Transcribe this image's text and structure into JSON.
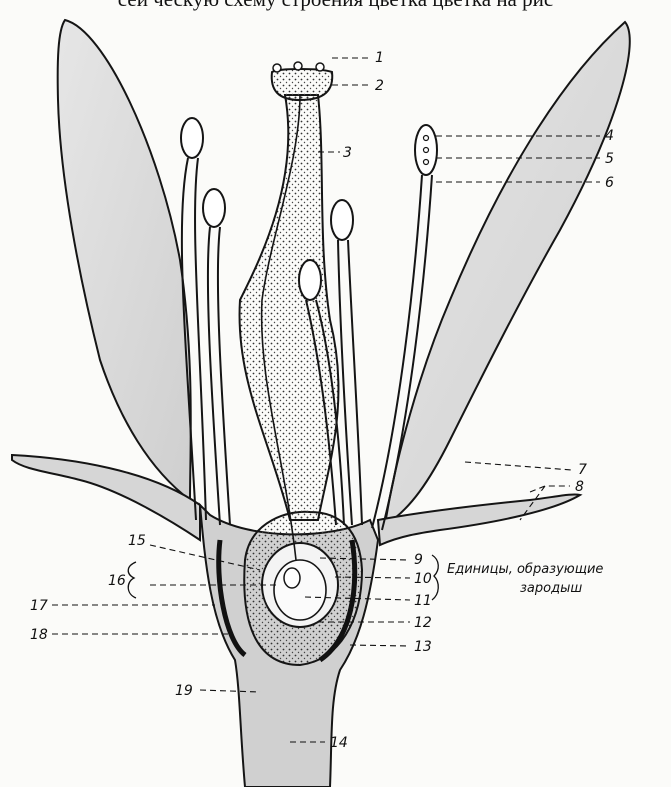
{
  "header": {
    "caption_fragment": "сеи ческую схему строения цветка цветка на рис"
  },
  "labels": [
    {
      "id": "1",
      "text": "1"
    },
    {
      "id": "2",
      "text": "2"
    },
    {
      "id": "3",
      "text": "3"
    },
    {
      "id": "4",
      "text": "4"
    },
    {
      "id": "5",
      "text": "5"
    },
    {
      "id": "6",
      "text": "6"
    },
    {
      "id": "7",
      "text": "7"
    },
    {
      "id": "8",
      "text": "8"
    },
    {
      "id": "9",
      "text": "9"
    },
    {
      "id": "10",
      "text": "10"
    },
    {
      "id": "11",
      "text": "11"
    },
    {
      "id": "12",
      "text": "12"
    },
    {
      "id": "13",
      "text": "13"
    },
    {
      "id": "14",
      "text": "14"
    },
    {
      "id": "15",
      "text": "15"
    },
    {
      "id": "16",
      "text": "16"
    },
    {
      "id": "17",
      "text": "17"
    },
    {
      "id": "18",
      "text": "18"
    },
    {
      "id": "19",
      "text": "19"
    }
  ],
  "group_caption": {
    "line1": "Единицы, образующие",
    "line2": "зародыш"
  },
  "colors": {
    "petal_fill": "#dcdcdc",
    "receptacle_fill": "#d2d2d2",
    "ink": "#151515"
  }
}
